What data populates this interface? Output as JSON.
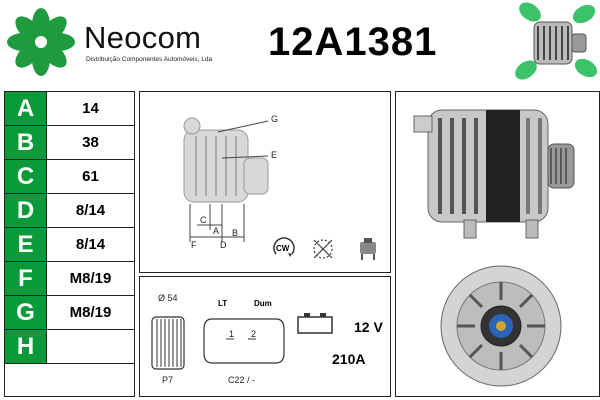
{
  "brand": {
    "name": "Neocom",
    "subtitle": "Distribuição Componentes Automóveis, Lda"
  },
  "part_number": "12A1381",
  "specs": [
    {
      "letter": "A",
      "value": "14"
    },
    {
      "letter": "B",
      "value": "38"
    },
    {
      "letter": "C",
      "value": "61"
    },
    {
      "letter": "D",
      "value": "8/14"
    },
    {
      "letter": "E",
      "value": "8/14"
    },
    {
      "letter": "F",
      "value": "M8/19"
    },
    {
      "letter": "G",
      "value": "M8/19"
    },
    {
      "letter": "H",
      "value": ""
    }
  ],
  "diagram": {
    "labels": {
      "g": "G",
      "e": "E",
      "c": "C",
      "a": "A",
      "b": "B",
      "f": "F",
      "d": "D"
    },
    "rotation": "CW"
  },
  "tech": {
    "diameter": "Ø 54",
    "pulley": "P7",
    "lt": "LT",
    "dum": "Dum",
    "pin1": "1",
    "pin2": "2",
    "connector": "C22 / -",
    "voltage": "12 V",
    "current": "210A"
  },
  "colors": {
    "accent": "#0a9a3a"
  }
}
